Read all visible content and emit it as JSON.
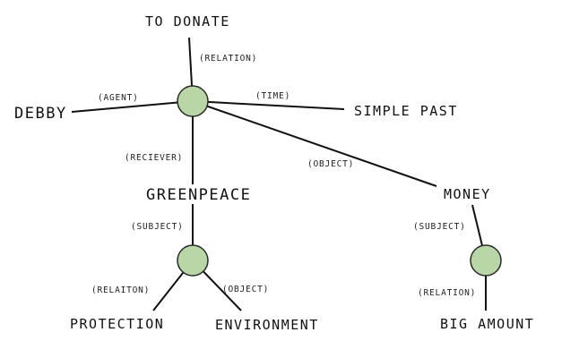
{
  "colors": {
    "node_fill": "#b9d6a7",
    "node_stroke": "#2a2a2a",
    "edge": "#111111",
    "text": "#111111"
  },
  "terms": {
    "to_donate": "TO DONATE",
    "debby": "DEBBY",
    "simple_past": "SIMPLE PAST",
    "greenpeace": "GREENPEACE",
    "money": "MONEY",
    "protection": "PROTECTION",
    "environment": "ENVIRONMENT",
    "big_amount": "BIG AMOUNT"
  },
  "relations": {
    "relation_top": "(RELATION)",
    "agent": "(AGENT)",
    "time": "(TIME)",
    "reciever": "(RECIEVER)",
    "object_money": "(OBJECT)",
    "subject_greenpeace": "(SUBJECT)",
    "subject_money": "(SUBJECT)",
    "relaiton": "(RELAITON)",
    "object_environment": "(OBJECT)",
    "relation_money": "(RELATION)"
  }
}
